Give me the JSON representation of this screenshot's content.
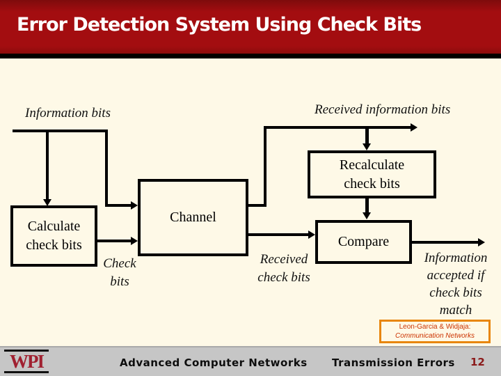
{
  "title_bar": {
    "title": "Error Detection System Using Check Bits"
  },
  "diagram": {
    "boxes": {
      "calculate": [
        "Calculate",
        "check bits"
      ],
      "channel": [
        "Channel"
      ],
      "recalculate": [
        "Recalculate",
        "check bits"
      ],
      "compare": [
        "Compare"
      ]
    },
    "labels": {
      "information_bits": "Information bits",
      "received_information_bits": "Received information bits",
      "check_bits": [
        "Check",
        "bits"
      ],
      "received_check_bits": [
        "Received",
        "check bits"
      ],
      "accepted": [
        "Information",
        "accepted if",
        "check bits",
        "match"
      ]
    }
  },
  "reference_box": {
    "line1": "Leon-Garcia & Widjaja:",
    "line2": "Communication Networks"
  },
  "footer": {
    "logo": "WPI",
    "course": "Advanced Computer Networks",
    "topic": "Transmission Errors",
    "page_number": "12"
  },
  "colors": {
    "title_bar_bg": "#A30D10",
    "slide_bg": "#FEF9E7",
    "reference_border": "#E8860D",
    "reference_text": "#CC3300",
    "footer_band": "#C6C6C6",
    "wpi_crimson": "#A02030",
    "page_number": "#8B1A1A",
    "diagram_ink": "#000000"
  }
}
